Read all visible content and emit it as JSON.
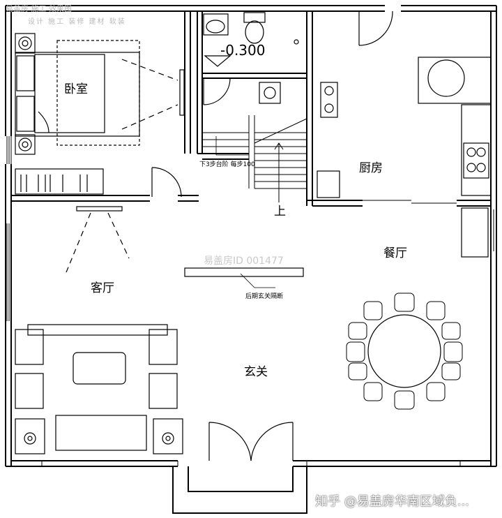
{
  "plan": {
    "rooms": {
      "bedroom": "卧室",
      "kitchen": "厨房",
      "dining": "餐厅",
      "living": "客厅",
      "foyer": "玄关"
    },
    "level_mark": "-0.300",
    "stair_note": "下3步台阶 每步100",
    "stair_up": "上",
    "foyer_note": "后期玄关隔断"
  },
  "watermarks": {
    "top_brand": "易盖房 施工 效果图",
    "top_services": "设计 施工 装修 建材 软装",
    "center_id": "易盖房ID 001477",
    "zhihu": "知乎 @易盖房华南区域负..."
  },
  "colors": {
    "wall": "#000000",
    "background": "#ffffff",
    "watermark": "#b9b9b9"
  }
}
